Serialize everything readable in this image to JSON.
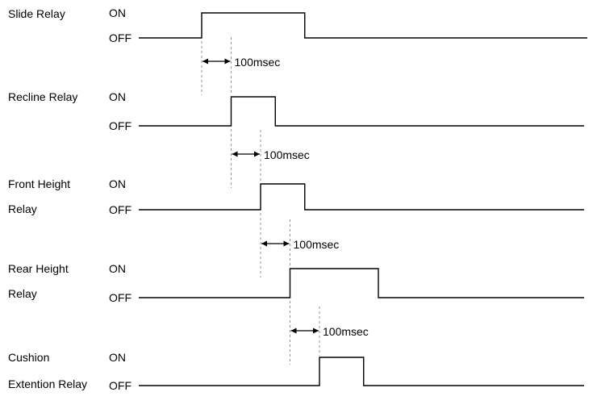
{
  "diagram": {
    "relays": [
      {
        "name_lines": [
          "Slide Relay"
        ],
        "on_label": "ON",
        "off_label": "OFF",
        "on_time": 0,
        "off_time": 350
      },
      {
        "name_lines": [
          "Recline Relay"
        ],
        "on_label": "ON",
        "off_label": "OFF",
        "on_time": 100,
        "off_time": 250
      },
      {
        "name_lines": [
          "Front Height",
          "Relay"
        ],
        "on_label": "ON",
        "off_label": "OFF",
        "on_time": 200,
        "off_time": 350
      },
      {
        "name_lines": [
          "Rear Height",
          "Relay"
        ],
        "on_label": "ON",
        "off_label": "OFF",
        "on_time": 300,
        "off_time": 600
      },
      {
        "name_lines": [
          "Cushion",
          "Extention Relay"
        ],
        "on_label": "ON",
        "off_label": "OFF",
        "on_time": 400,
        "off_time": 550
      }
    ],
    "delays": [
      {
        "label": "100msec"
      },
      {
        "label": "100msec"
      },
      {
        "label": "100msec"
      },
      {
        "label": "100msec"
      }
    ]
  }
}
